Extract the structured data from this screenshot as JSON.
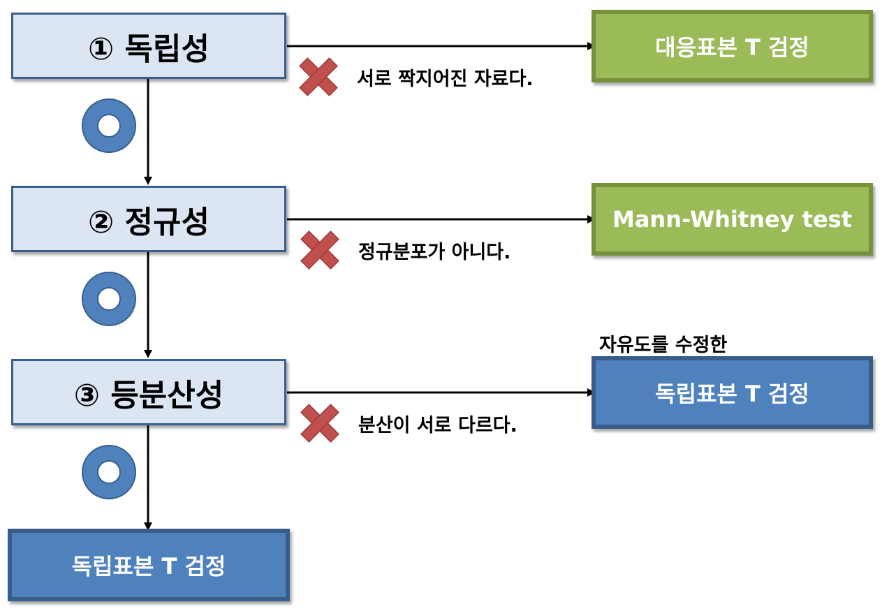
{
  "steps": [
    {
      "label": "① 독립성"
    },
    {
      "label": "② 정규성"
    },
    {
      "label": "③ 등분산성"
    }
  ],
  "outcomes": [
    {
      "label": "대응표본 T 검정",
      "reason": "서로 짝지어진 자료다."
    },
    {
      "label": "Mann-Whitney test",
      "reason": "정규분포가 아니다."
    },
    {
      "label": "독립표본 T 검정",
      "reason": "분산이 서로 다르다.",
      "note": "자유도를 수정한"
    }
  ],
  "final": {
    "label": "독립표본 T 검정"
  },
  "colors": {
    "step_fill": "#dce6f2",
    "step_border": "#3a5f8f",
    "green_fill": "#9bbb59",
    "green_border": "#76923c",
    "blue_fill": "#4f81bd",
    "blue_border": "#385d8a",
    "x_mark": "#c0504d",
    "o_mark": "#4f81bd"
  },
  "icons": {
    "yes": "o-ring-icon",
    "no": "x-mark-icon"
  }
}
